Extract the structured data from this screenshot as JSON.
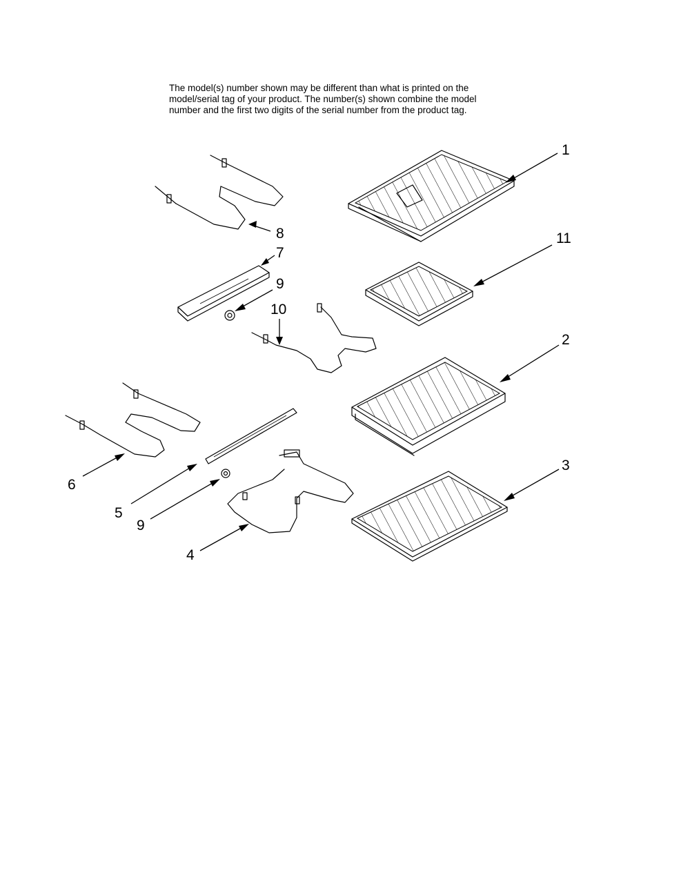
{
  "note": {
    "lines": [
      "The model(s) number shown may be different than what is printed on the",
      "model/serial tag of your product. The number(s) shown combine the model",
      "number and the first two digits of the serial number from the product tag."
    ]
  },
  "callouts": {
    "c1": "1",
    "c11": "11",
    "c2": "2",
    "c3": "3",
    "c8": "8",
    "c7": "7",
    "c9a": "9",
    "c10": "10",
    "c6": "6",
    "c5": "5",
    "c9b": "9",
    "c4": "4"
  }
}
